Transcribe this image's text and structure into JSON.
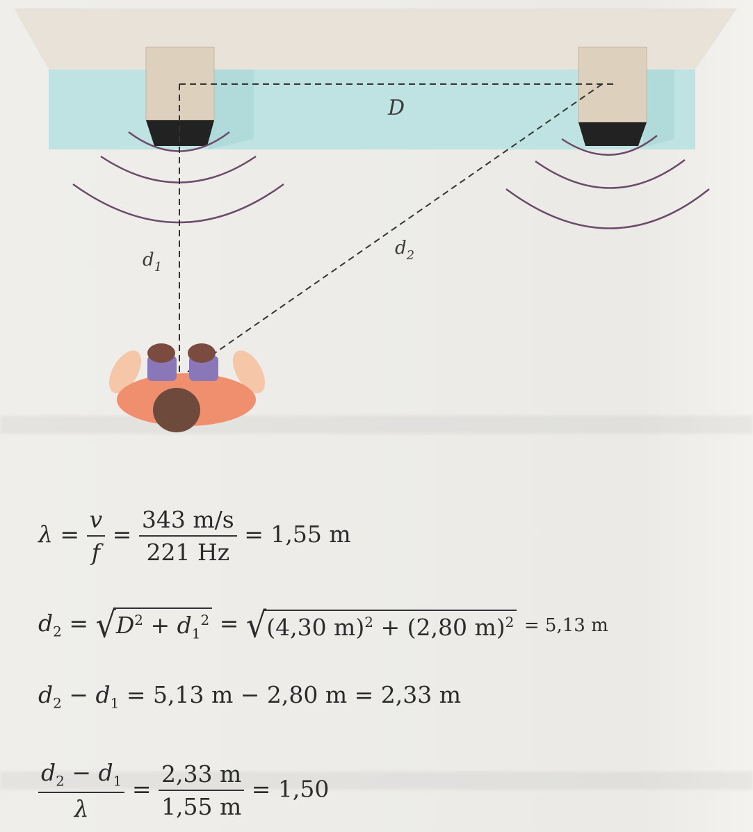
{
  "diagram": {
    "labels": {
      "D": "D",
      "d1": "d",
      "d1_sub": "1",
      "d2": "d",
      "d2_sub": "2"
    },
    "colors": {
      "ceiling": "#e9e2d8",
      "wall": "#bfe3e2",
      "speaker_body": "#ddd0bd",
      "speaker_grille": "#222222",
      "wave_arc": "#6b4a6a",
      "person_shirt": "#f08f6d",
      "person_legs": "#8a77b8",
      "person_shoes": "#7a4b3e",
      "person_hair": "#6e4a3c",
      "dashed_line": "#333333"
    }
  },
  "equations": {
    "eq1": {
      "lhs": "λ",
      "eq_sign": "=",
      "num_sym": "v",
      "den_sym": "f",
      "num_val": "343 m/s",
      "den_val": "221 Hz",
      "result": "= 1,55 m"
    },
    "eq2": {
      "lhs": "d",
      "lhs_sub": "2",
      "sym_D": "D",
      "sym_D_sup": "2",
      "plus": "+",
      "sym_d1": "d",
      "sym_d1_sub": "1",
      "sym_d1_sup": "2",
      "val_a": "(4,30 m)",
      "val_a_sup": "2",
      "val_b": "(2,80 m)",
      "val_b_sup": "2",
      "result": "= 5,13 m"
    },
    "eq3": {
      "a": "d",
      "a_sub": "2",
      "minus": "−",
      "b": "d",
      "b_sub": "1",
      "rhs": "= 5,13 m − 2,80 m = 2,33 m"
    },
    "eq4": {
      "num_a": "d",
      "num_a_sub": "2",
      "num_minus": " − ",
      "num_b": "d",
      "num_b_sub": "1",
      "den": "λ",
      "num_val": "2,33 m",
      "den_val": "1,55 m",
      "result": "= 1,50"
    }
  }
}
